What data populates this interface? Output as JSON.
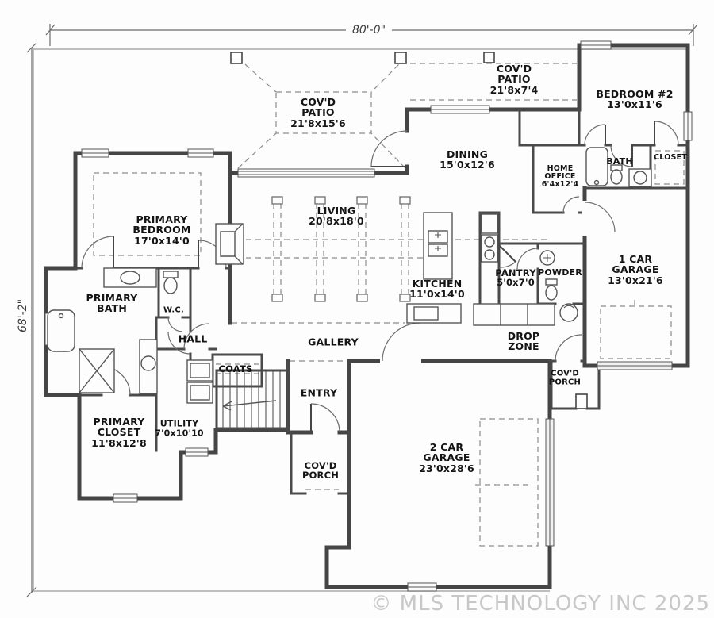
{
  "dimensions": {
    "top": "80'-0\"",
    "left": "68'-2\""
  },
  "watermark": "© MLS TECHNOLOGY INC 2025",
  "colors": {
    "wall": "#454545",
    "thin_line": "#8a8a8a",
    "dashed": "#8c8c8c",
    "watermark": "#c8c8c8",
    "background": "#fdfdfd"
  },
  "rooms": {
    "covd_patio_rear": {
      "name": "COV'D PATIO",
      "dims": "21'8x15'6"
    },
    "covd_patio_strip": {
      "name": "COV'D PATIO",
      "dims": "21'8x7'4"
    },
    "bedroom2": {
      "name": "BEDROOM #2",
      "dims": "13'0x11'6"
    },
    "dining": {
      "name": "DINING",
      "dims": "15'0x12'6"
    },
    "home_office": {
      "name": "HOME OFFICE",
      "dims": "6'4x12'4"
    },
    "bath2": {
      "name": "BATH",
      "dims": ""
    },
    "closet2": {
      "name": "CLOSET",
      "dims": ""
    },
    "primary_bedroom": {
      "name": "PRIMARY BEDROOM",
      "dims": "17'0x14'0"
    },
    "living": {
      "name": "LIVING",
      "dims": "20'8x18'0"
    },
    "kitchen": {
      "name": "KITCHEN",
      "dims": "11'0x14'0"
    },
    "pantry": {
      "name": "PANTRY",
      "dims": "5'0x7'0"
    },
    "powder": {
      "name": "POWDER",
      "dims": ""
    },
    "garage1": {
      "name": "1 CAR GARAGE",
      "dims": "13'0x21'6"
    },
    "primary_bath": {
      "name": "PRIMARY BATH",
      "dims": ""
    },
    "wc": {
      "name": "W.C.",
      "dims": ""
    },
    "hall": {
      "name": "HALL",
      "dims": ""
    },
    "gallery": {
      "name": "GALLERY",
      "dims": ""
    },
    "drop_zone": {
      "name": "DROP ZONE",
      "dims": ""
    },
    "coats": {
      "name": "COATS",
      "dims": ""
    },
    "entry": {
      "name": "ENTRY",
      "dims": ""
    },
    "primary_closet": {
      "name": "PRIMARY CLOSET",
      "dims": "11'8x12'8"
    },
    "utility": {
      "name": "UTILITY",
      "dims": "7'0x10'10"
    },
    "covd_porch_front": {
      "name": "COV'D PORCH",
      "dims": ""
    },
    "covd_porch_right": {
      "name": "COV'D PORCH",
      "dims": ""
    },
    "garage2": {
      "name": "2 CAR GARAGE",
      "dims": "23'0x28'6"
    }
  }
}
